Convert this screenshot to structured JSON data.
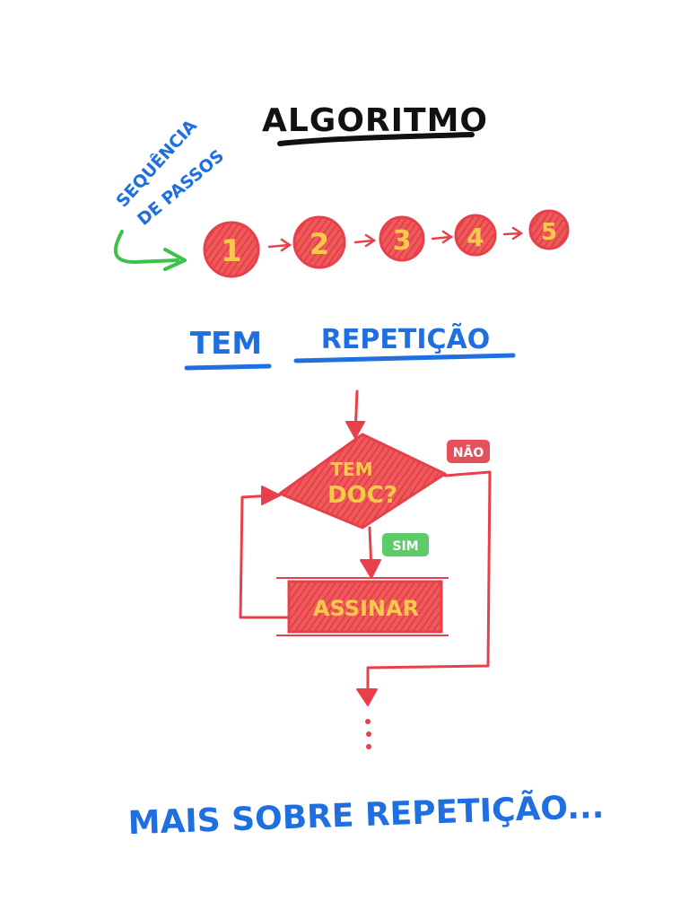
{
  "title": "ALGORITMO",
  "annotation": {
    "line1": "SEQUÊNCIA",
    "line2": "DE PASSOS"
  },
  "steps": [
    "1",
    "2",
    "3",
    "4",
    "5"
  ],
  "subtitle": {
    "word1": "TEM",
    "word2": "REPETIÇÃO"
  },
  "flowchart": {
    "decision": {
      "line1": "TEM",
      "line2": "DOC?"
    },
    "no_label": "NÃO",
    "yes_label": "SIM",
    "process": "ASSINAR"
  },
  "footer": "MAIS SOBRE REPETIÇÃO...",
  "colors": {
    "ink_black": "#111111",
    "ink_blue": "#1f6fe0",
    "ink_green": "#3cc14a",
    "marker_red": "#e8404a",
    "marker_red_light": "#ee6a66",
    "marker_yellow": "#f6c94a",
    "label_red": "#e6505a",
    "label_green": "#5ccb68"
  }
}
